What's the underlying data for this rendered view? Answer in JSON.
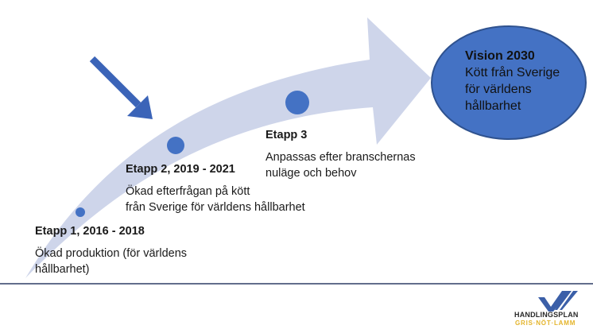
{
  "stages": [
    {
      "title": "Etapp 1, 2016 - 2018",
      "lines": [
        "Ökad produktion (för världens",
        "hållbarhet)"
      ]
    },
    {
      "title": "Etapp 2, 2019 - 2021",
      "lines": [
        "Ökad efterfrågan på kött",
        "från Sverige för världens hållbarhet"
      ]
    },
    {
      "title": "Etapp 3",
      "lines": [
        "Anpassas efter branschernas",
        "nuläge och behov"
      ]
    }
  ],
  "vision": {
    "title": "Vision 2030",
    "lines": [
      "Kött från Sverige",
      "för världens",
      "hållbarhet"
    ]
  },
  "logo": {
    "line1": "HANDLINGSPLAN",
    "line2": "GRIS·NÖT·LAMM"
  },
  "colors": {
    "arrow": "#c9d0e8",
    "dot": "#4472c4",
    "pointer": "#3b64b8",
    "oval": "#4472c4",
    "oval_border": "#2f528f",
    "rule": "#2f3f66"
  }
}
